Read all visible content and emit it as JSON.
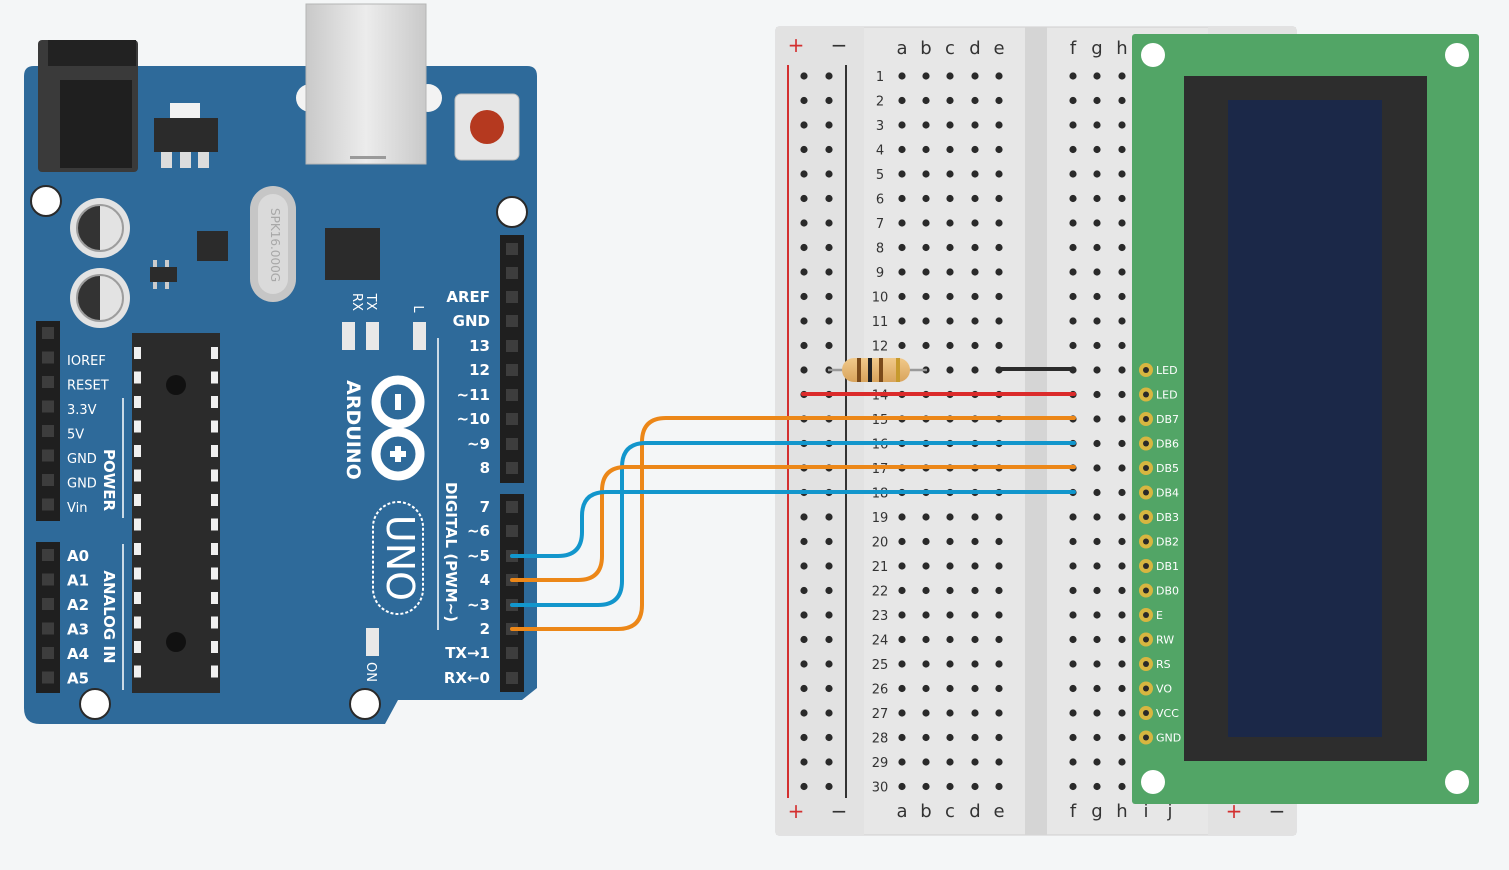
{
  "colors": {
    "background": "#f4f6f7",
    "arduino_board": "#2e6a9a",
    "arduino_text": "#ffffff",
    "breadboard": "#e7e7e7",
    "lcd_pcb": "#52a566",
    "lcd_screen": "#1b2848",
    "wire_orange": "#ec8718",
    "wire_blue": "#1296cc",
    "wire_red": "#db2b2b",
    "wire_black": "#2c2c2c",
    "rail_plus": "#d32f2f"
  },
  "arduino": {
    "brand": "ARDUINO",
    "model": "UNO",
    "crystal_label": "SPK16.000G",
    "led_labels": [
      "RX",
      "TX",
      "L"
    ],
    "on_label": "ON",
    "power_header_title": "POWER",
    "power_pins": [
      "IOREF",
      "RESET",
      "3.3V",
      "5V",
      "GND",
      "GND",
      "Vin"
    ],
    "analog_header_title": "ANALOG IN",
    "analog_pins": [
      "A0",
      "A1",
      "A2",
      "A3",
      "A4",
      "A5"
    ],
    "digital_header_title": "DIGITAL (PWM~)",
    "digital_pins_top": [
      "AREF",
      "GND",
      "13",
      "12",
      "~11",
      "~10",
      "~9",
      "8"
    ],
    "digital_pins_bottom": [
      "7",
      "~6",
      "~5",
      "4",
      "~3",
      "2",
      "TX→1",
      "RX←0"
    ]
  },
  "breadboard": {
    "rail_symbols": [
      "+",
      "−"
    ],
    "columns_left": [
      "a",
      "b",
      "c",
      "d",
      "e"
    ],
    "columns_right": [
      "f",
      "g",
      "h",
      "i",
      "j"
    ],
    "row_numbers": [
      "1",
      "2",
      "3",
      "4",
      "5",
      "6",
      "7",
      "8",
      "9",
      "10",
      "11",
      "12",
      "13",
      "14",
      "15",
      "16",
      "17",
      "18",
      "19",
      "20",
      "21",
      "22",
      "23",
      "24",
      "25",
      "26",
      "27",
      "28",
      "29",
      "30"
    ]
  },
  "lcd": {
    "pins": [
      "LED",
      "LED",
      "DB7",
      "DB6",
      "DB5",
      "DB4",
      "DB3",
      "DB2",
      "DB1",
      "DB0",
      "E",
      "RW",
      "RS",
      "VO",
      "VCC",
      "GND"
    ]
  }
}
